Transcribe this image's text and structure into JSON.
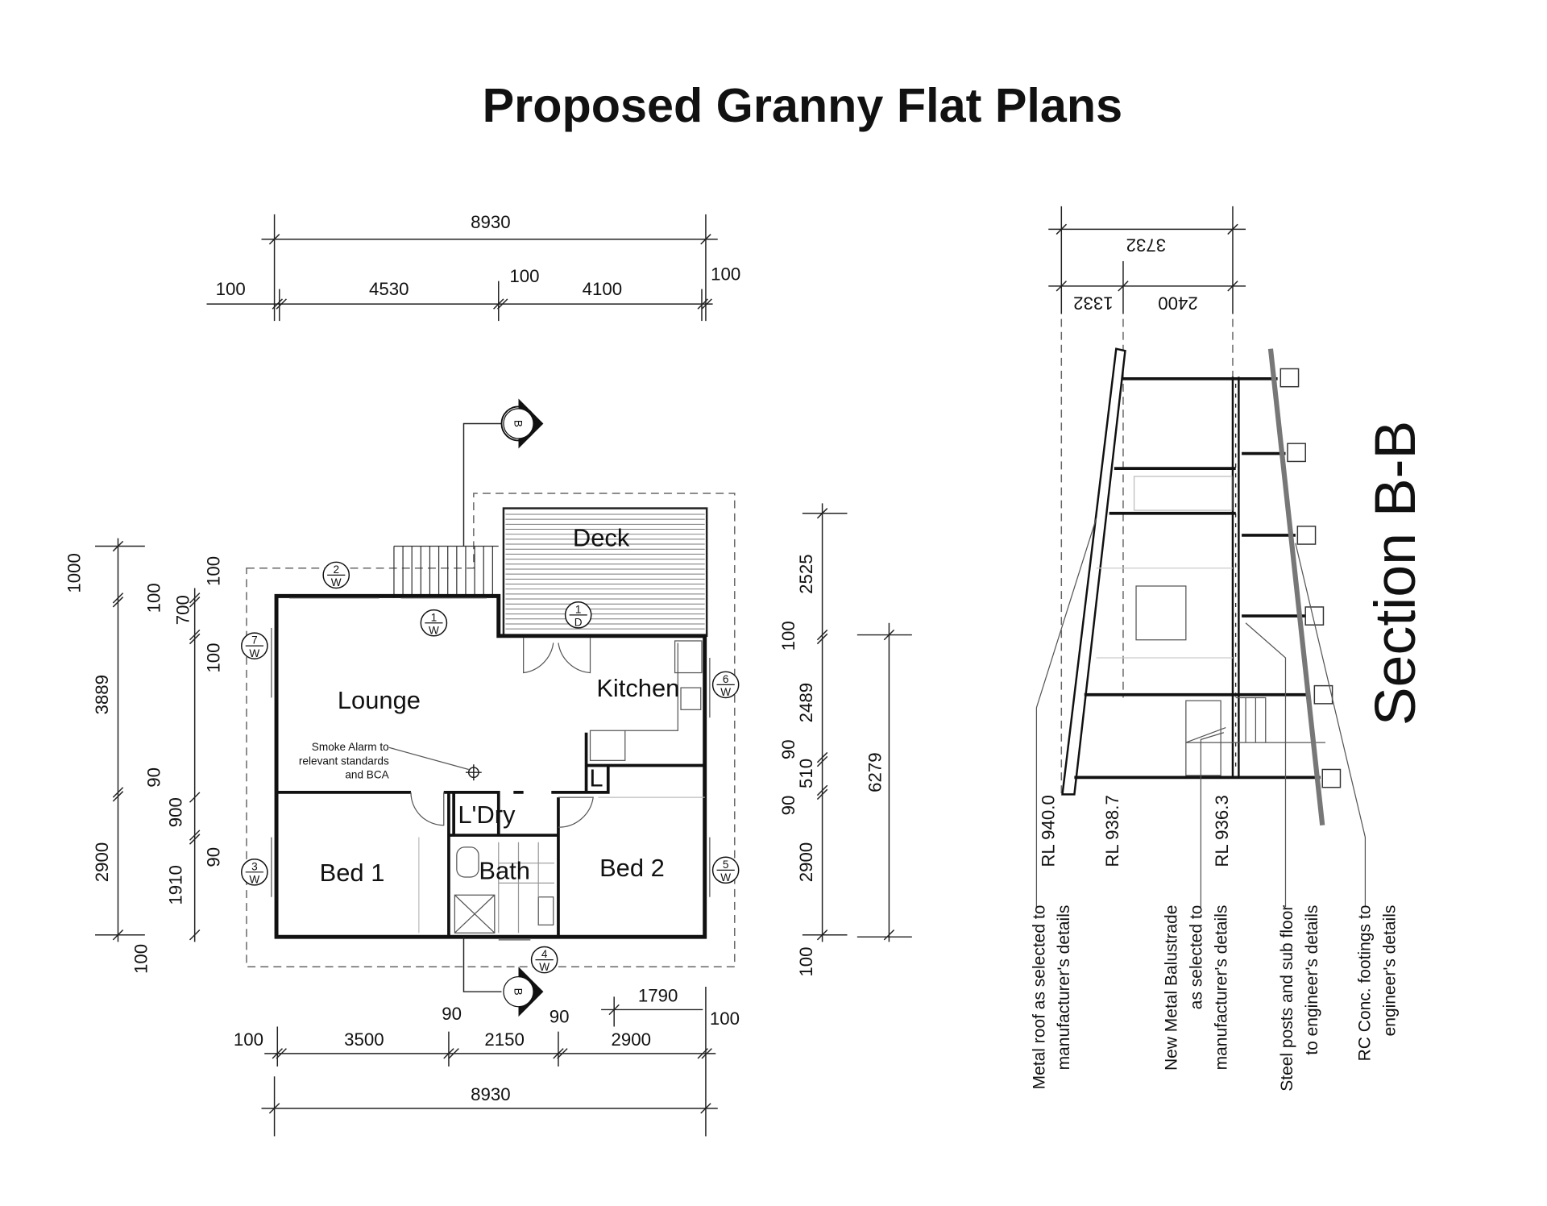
{
  "title": "Proposed Granny Flat Plans",
  "plan": {
    "rooms": {
      "deck": "Deck",
      "lounge": "Lounge",
      "kitchen": "Kitchen",
      "bed1": "Bed 1",
      "bath": "Bath",
      "bed2": "Bed 2",
      "laundry": "L'Dry",
      "linen": "L"
    },
    "smoke_alarm": [
      "Smoke Alarm to",
      "relevant standards",
      "and BCA"
    ],
    "section_marker": "B",
    "tags": [
      {
        "num": "2",
        "type": "W"
      },
      {
        "num": "1",
        "type": "W"
      },
      {
        "num": "1",
        "type": "D"
      },
      {
        "num": "7",
        "type": "W"
      },
      {
        "num": "6",
        "type": "W"
      },
      {
        "num": "3",
        "type": "W"
      },
      {
        "num": "5",
        "type": "W"
      },
      {
        "num": "4",
        "type": "W"
      }
    ],
    "dims_top": {
      "overall": "8930",
      "left_wall": "100",
      "left_span": "4530",
      "mid_wall": "100",
      "right_span": "4100",
      "right_wall": "100"
    },
    "dims_bottom": {
      "left_wall": "100",
      "span1": "3500",
      "wall1": "90",
      "span2": "2150",
      "wall2": "90",
      "span3": "2900",
      "extra": "1790",
      "right_wall": "100",
      "overall": "8930"
    },
    "dims_left": {
      "a": "1000",
      "b": "100",
      "c": "3889",
      "d": "90",
      "e": "2900",
      "f": "100",
      "g": "100",
      "h": "700",
      "i": "100",
      "j": "900",
      "k": "90",
      "l": "1910"
    },
    "dims_right": {
      "a": "2525",
      "b": "100",
      "c": "2489",
      "d": "90",
      "e": "510",
      "f": "90",
      "g": "2900",
      "h": "100",
      "overall": "6279"
    }
  },
  "section": {
    "title": "Section B-B",
    "dims": {
      "overall": "3732",
      "left": "1332",
      "right": "2400"
    },
    "levels": [
      "RL 940.0",
      "RL 938.7",
      "RL 936.3"
    ],
    "notes": [
      [
        "Metal roof as selected to",
        "manufacturer's details"
      ],
      [
        "New Metal Balustrade",
        "as selected to",
        "manufacturer's details"
      ],
      [
        "Steel posts and sub floor",
        "to engineer's details"
      ],
      [
        "RC Conc. footings to",
        "engineer's details"
      ]
    ]
  }
}
